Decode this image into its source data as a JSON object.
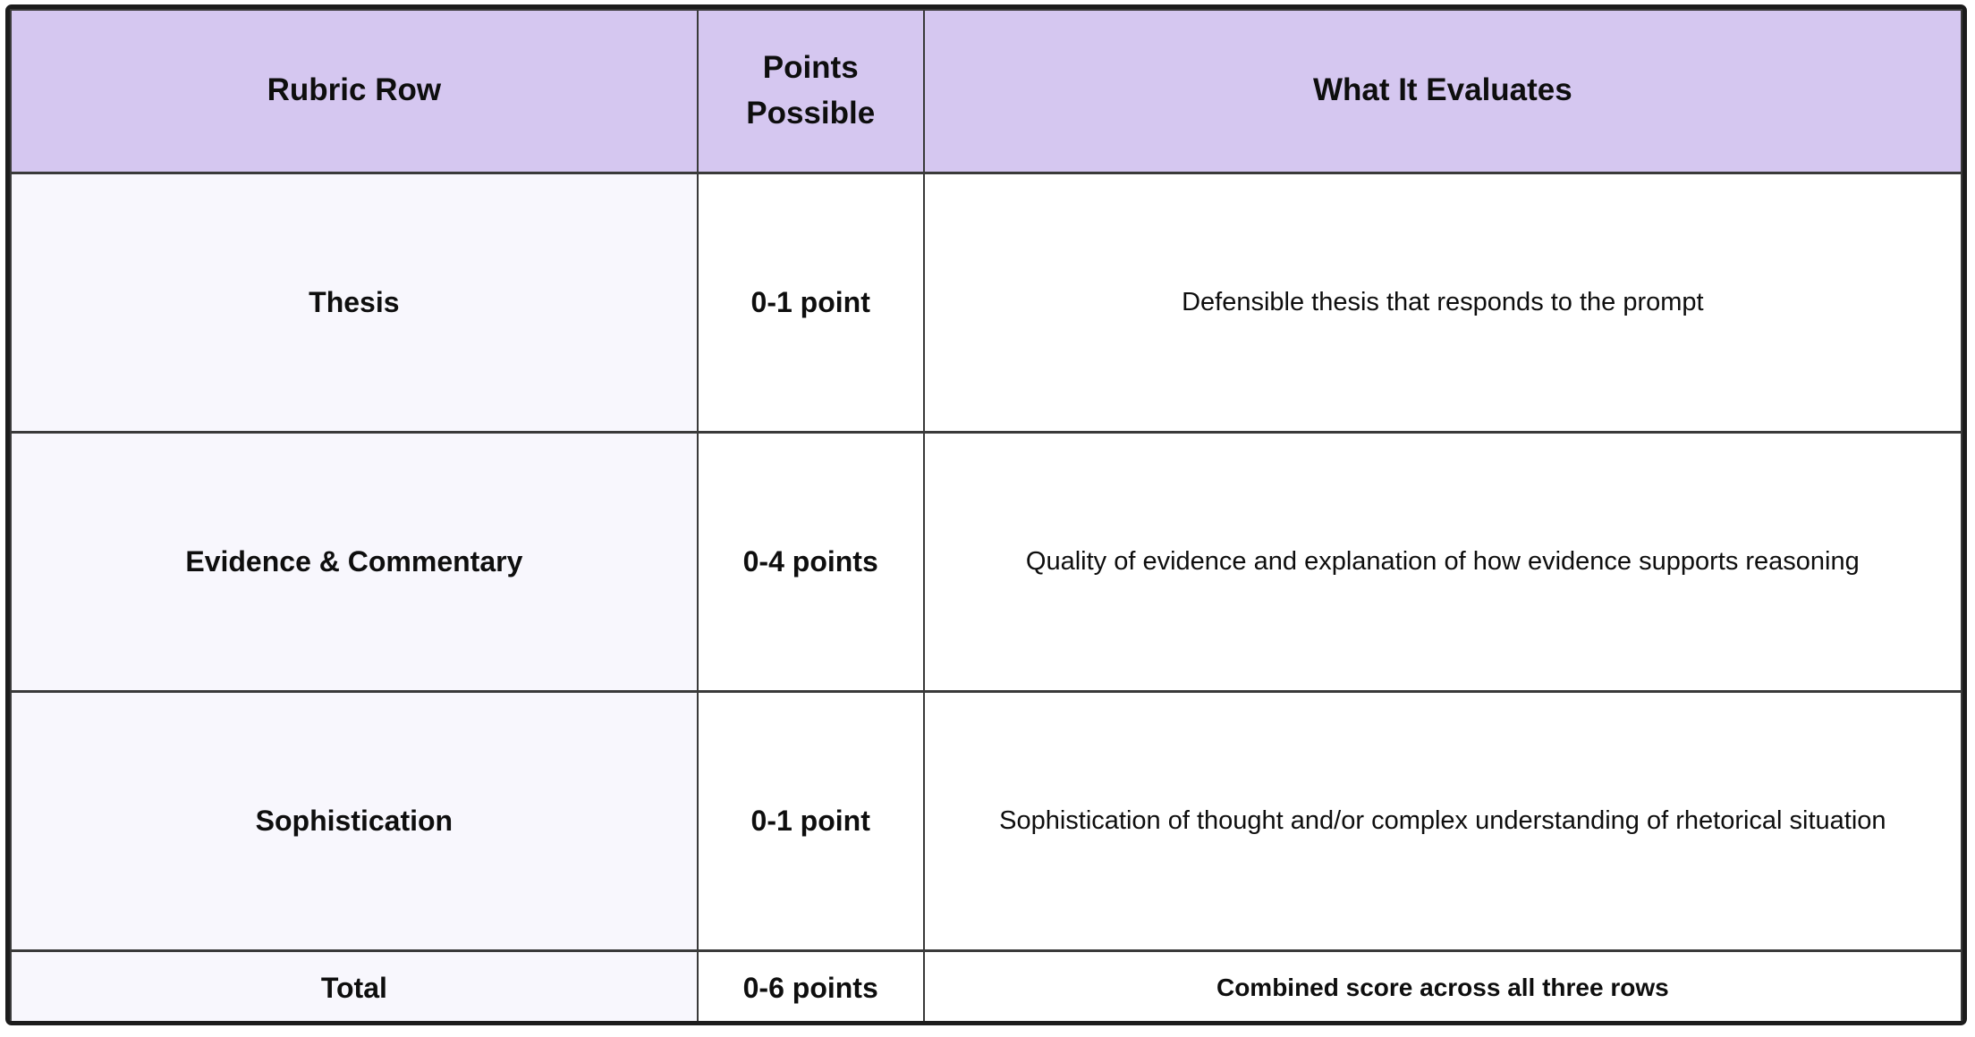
{
  "chart_data": {
    "type": "table",
    "columns": [
      "Rubric Row",
      "Points Possible",
      "What It Evaluates"
    ],
    "rows": [
      [
        "Thesis",
        "0-1 point",
        "Defensible thesis that responds to the prompt"
      ],
      [
        "Evidence & Commentary",
        "0-4 points",
        "Quality of evidence and explanation of how evidence supports reasoning"
      ],
      [
        "Sophistication",
        "0-1 point",
        "Sophistication of thought and/or complex understanding of rhetorical situation"
      ],
      [
        "Total",
        "0-6 points",
        "Combined score across all three rows"
      ]
    ],
    "layout_hints": {
      "header_row_shaded": true,
      "first_column_shaded": true,
      "total_row_bold": true,
      "grid": "full"
    }
  },
  "colors": {
    "header_bg": "#d5c7f0",
    "first_column_bg": "#f8f7fd",
    "cell_bg": "#ffffff",
    "grid_line": "#3a3a3a",
    "outer_border": "#1c1c1c",
    "text": "#0e0e0e"
  }
}
